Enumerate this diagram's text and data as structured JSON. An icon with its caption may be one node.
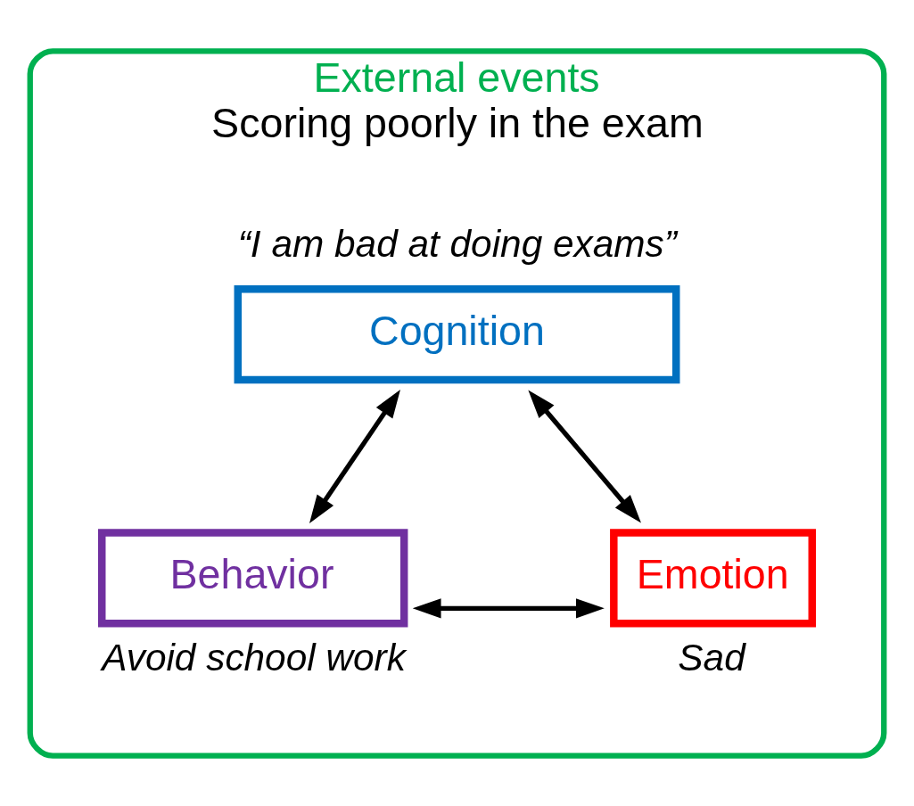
{
  "diagram": {
    "nodes": [
      {
        "text": [
          "External events",
          "Scoring poorly in the exam"
        ]
      },
      {
        "text": [
          "Cognition"
        ],
        "in": 0,
        "beside": [
          "“I am bad at doing exams”"
        ]
      },
      {
        "text": [
          "Behavior"
        ],
        "in": 0,
        "beside": [
          "Avoid school work"
        ]
      },
      {
        "text": [
          "Emotion"
        ],
        "in": 0,
        "beside": [
          "Sad"
        ]
      }
    ],
    "edges": [
      {
        "from": 1,
        "to": 2,
        "arrow": "both"
      },
      {
        "from": 1,
        "to": 3,
        "arrow": "both"
      },
      {
        "from": 2,
        "to": 3,
        "arrow": "both"
      }
    ]
  }
}
